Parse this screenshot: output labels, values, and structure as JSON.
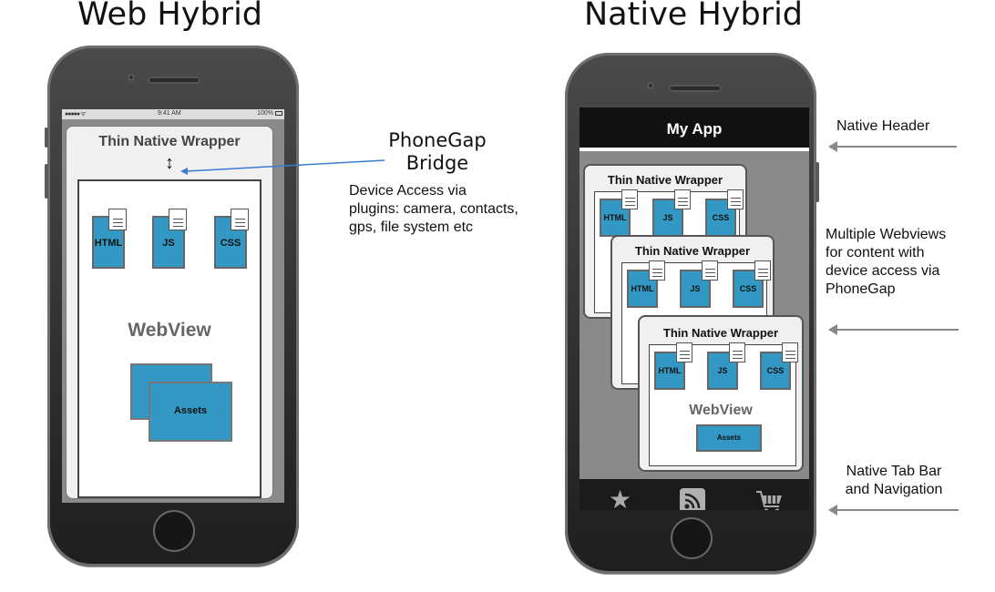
{
  "titles": {
    "left": "Web Hybrid",
    "right": "Native Hybrid"
  },
  "web_hybrid": {
    "status_time": "9:41 AM",
    "status_battery": "100%",
    "wrapper_title": "Thin Native Wrapper",
    "webview_label": "WebView",
    "files": [
      "HTML",
      "JS",
      "CSS"
    ],
    "assets_label": "Assets"
  },
  "bridge": {
    "title": "PhoneGap\nBridge",
    "description": "Device Access via\nplugins: camera, contacts,\ngps, file system etc"
  },
  "native_hybrid": {
    "app_title": "My App",
    "wrappers": [
      {
        "title": "Thin Native Wrapper",
        "files": [
          "HTML",
          "JS",
          "CSS"
        ]
      },
      {
        "title": "Thin Native Wrapper",
        "files": [
          "HTML",
          "JS",
          "CSS"
        ]
      },
      {
        "title": "Thin Native Wrapper",
        "files": [
          "HTML",
          "JS",
          "CSS"
        ],
        "webview_label": "WebView",
        "assets_label": "Assets"
      }
    ],
    "tab_icons": [
      "star-icon",
      "rss-icon",
      "cart-icon"
    ]
  },
  "annotations": {
    "native_header": "Native Header",
    "multiple_webviews": "Multiple Webviews\nfor content with\ndevice access via\nPhoneGap",
    "tab_bar": "Native Tab Bar\nand Navigation"
  },
  "colors": {
    "file_blue": "#3398c4",
    "arrow_blue": "#3a7bd5",
    "arrow_gray": "#888888"
  }
}
